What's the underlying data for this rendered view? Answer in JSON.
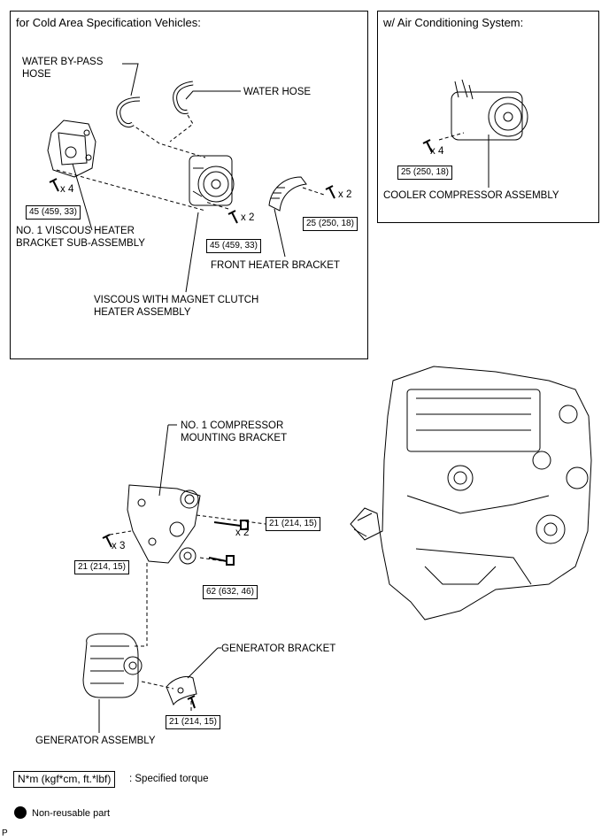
{
  "panels": {
    "cold_area_title": "for Cold Area Specification Vehicles:",
    "ac_title": "w/ Air Conditioning System:"
  },
  "labels": {
    "water_bypass_hose": "WATER BY-PASS\nHOSE",
    "water_hose": "WATER HOSE",
    "no1_viscous_heater_bracket": "NO. 1 VISCOUS HEATER\nBRACKET SUB-ASSEMBLY",
    "viscous_heater_assembly": "VISCOUS WITH MAGNET CLUTCH\nHEATER ASSEMBLY",
    "front_heater_bracket": "FRONT HEATER BRACKET",
    "cooler_compressor_assembly": "COOLER COMPRESSOR ASSEMBLY",
    "no1_compressor_mounting_bracket": "NO. 1 COMPRESSOR\nMOUNTING BRACKET",
    "generator_bracket": "GENERATOR BRACKET",
    "generator_assembly": "GENERATOR ASSEMBLY"
  },
  "torques": {
    "viscous_bracket": "45 (459, 33)",
    "viscous_heater": "45 (459, 33)",
    "front_heater_bracket": "25 (250, 18)",
    "cooler_compressor": "25 (250, 18)",
    "compressor_bracket_right": "21 (214, 15)",
    "compressor_bracket_left": "21 (214, 15)",
    "compressor_bracket_long": "62 (632, 46)",
    "generator_bracket": "21 (214, 15)"
  },
  "multipliers": {
    "viscous_bracket": "x 4",
    "viscous_heater": "x 2",
    "front_heater_bracket": "x 2",
    "cooler_compressor": "x 4",
    "compressor_bracket_right": "x 2",
    "compressor_bracket_left": "x 3"
  },
  "legend": {
    "torque_format": "N*m (kgf*cm, ft.*lbf)",
    "torque_desc": ": Specified torque",
    "non_reusable": "Non-reusable part"
  },
  "corner_code": "P"
}
